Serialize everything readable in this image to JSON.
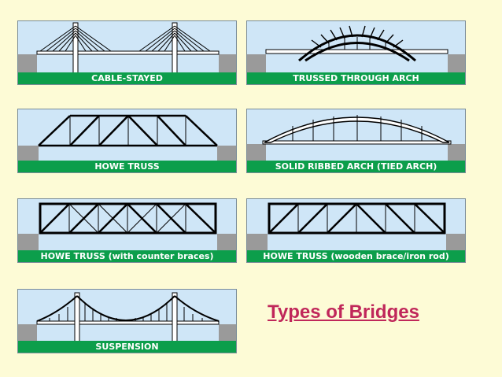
{
  "title": "Types of Bridges",
  "colors": {
    "page_background": "#fdfbd6",
    "sky": "#cfe6f7",
    "ground": "#9a9a9a",
    "label_band": "#0c9e4b",
    "label_text": "#ffffff",
    "title_text": "#c0275a"
  },
  "bridges": [
    {
      "id": "cable-stayed",
      "label": "CABLE-STAYED"
    },
    {
      "id": "trussed-through-arch",
      "label": "TRUSSED THROUGH ARCH"
    },
    {
      "id": "howe-truss",
      "label": "HOWE TRUSS"
    },
    {
      "id": "solid-ribbed-arch",
      "label": "SOLID RIBBED ARCH (TIED ARCH)"
    },
    {
      "id": "howe-truss-counter",
      "label": "HOWE TRUSS (with counter braces)"
    },
    {
      "id": "howe-truss-wooden",
      "label": "HOWE TRUSS (wooden brace/iron rod)"
    },
    {
      "id": "suspension",
      "label": "SUSPENSION"
    }
  ]
}
